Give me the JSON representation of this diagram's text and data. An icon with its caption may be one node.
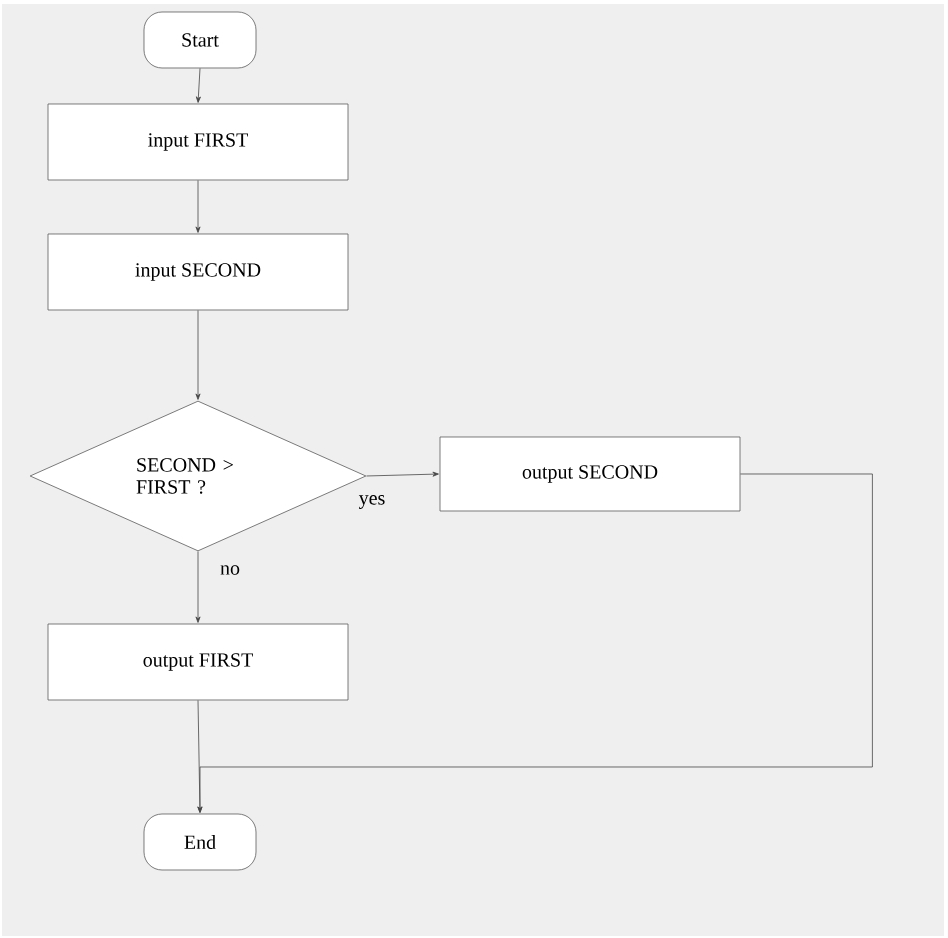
{
  "diagram": {
    "nodes": [
      {
        "text": [
          "Start"
        ]
      },
      {
        "text": [
          "input FIRST"
        ]
      },
      {
        "text": [
          "input SECOND"
        ]
      },
      {
        "text": [
          "SECOND > FIRST ?"
        ]
      },
      {
        "text": [
          "output SECOND"
        ]
      },
      {
        "text": [
          "output FIRST"
        ]
      },
      {
        "text": [
          "End"
        ]
      }
    ],
    "edges": [
      {
        "from": 0,
        "to": 1,
        "arrow": "to"
      },
      {
        "from": 1,
        "to": 2,
        "arrow": "to"
      },
      {
        "from": 2,
        "to": 3,
        "arrow": "to"
      },
      {
        "from": 3,
        "to": 4,
        "arrow": "to",
        "label": "yes"
      },
      {
        "from": 3,
        "to": 5,
        "arrow": "to",
        "label": "no"
      },
      {
        "from": 5,
        "to": 6,
        "arrow": "to"
      },
      {
        "from": 4,
        "to": 6,
        "arrow": "to"
      }
    ]
  }
}
